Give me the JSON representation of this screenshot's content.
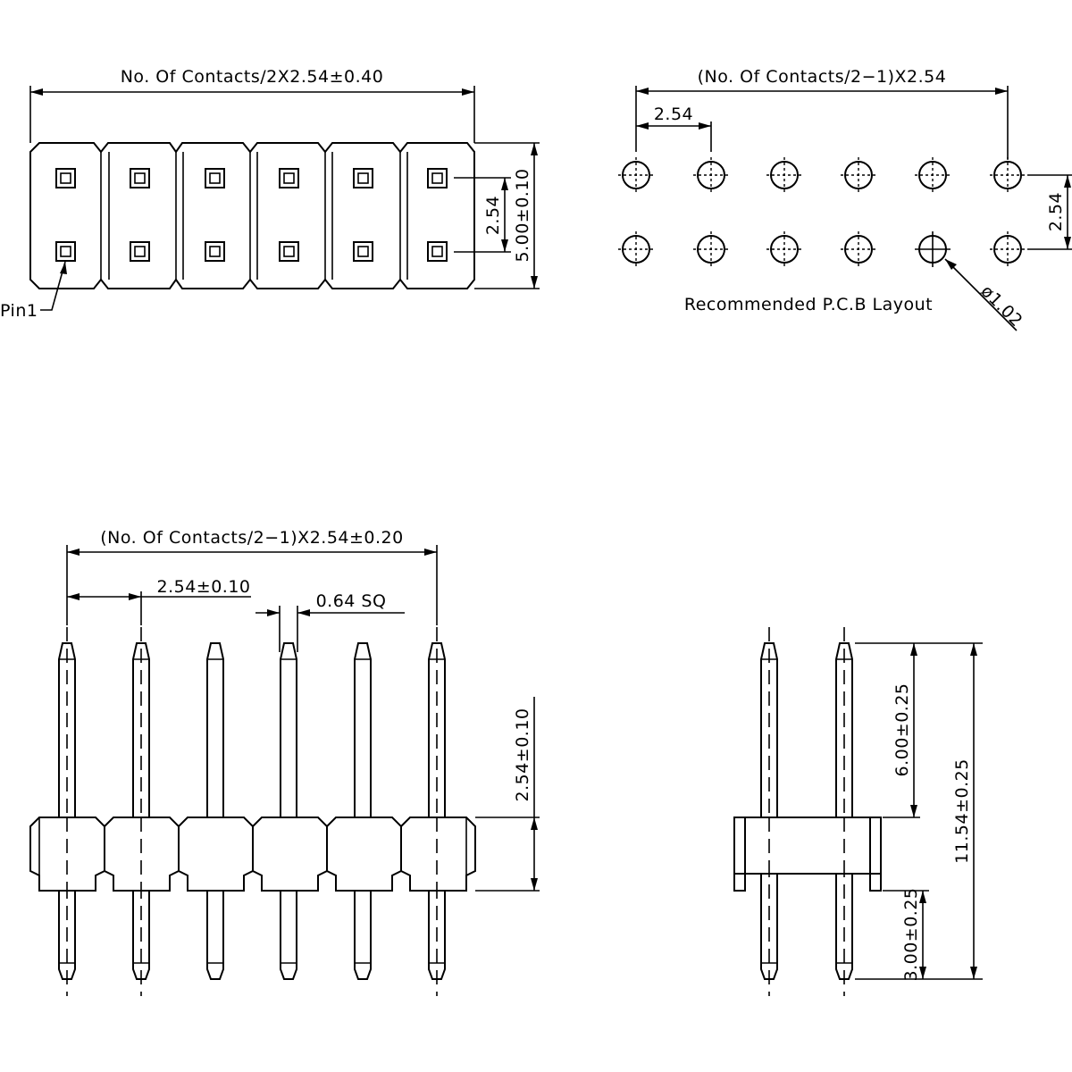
{
  "labels": {
    "top_width": "No. Of Contacts/2X2.54±0.40",
    "pitch_row_dim": "2.54",
    "body_height": "5.00±0.10",
    "pin1": "Pin1",
    "pcb_span": "(No. Of Contacts/2−1)X2.54",
    "pcb_pitch": "2.54",
    "pcb_row_pitch": "2.54",
    "pcb_hole": "ø1.02",
    "pcb_caption": "Recommended P.C.B Layout",
    "front_span": "(No. Of Contacts/2−1)X2.54±0.20",
    "front_pitch": "2.54±0.10",
    "pin_size": "0.64 SQ",
    "body_thickness": "2.54±0.10",
    "upper_pin": "6.00±0.25",
    "total_length": "11.54±0.25",
    "lower_pin": "3.00±0.25"
  }
}
